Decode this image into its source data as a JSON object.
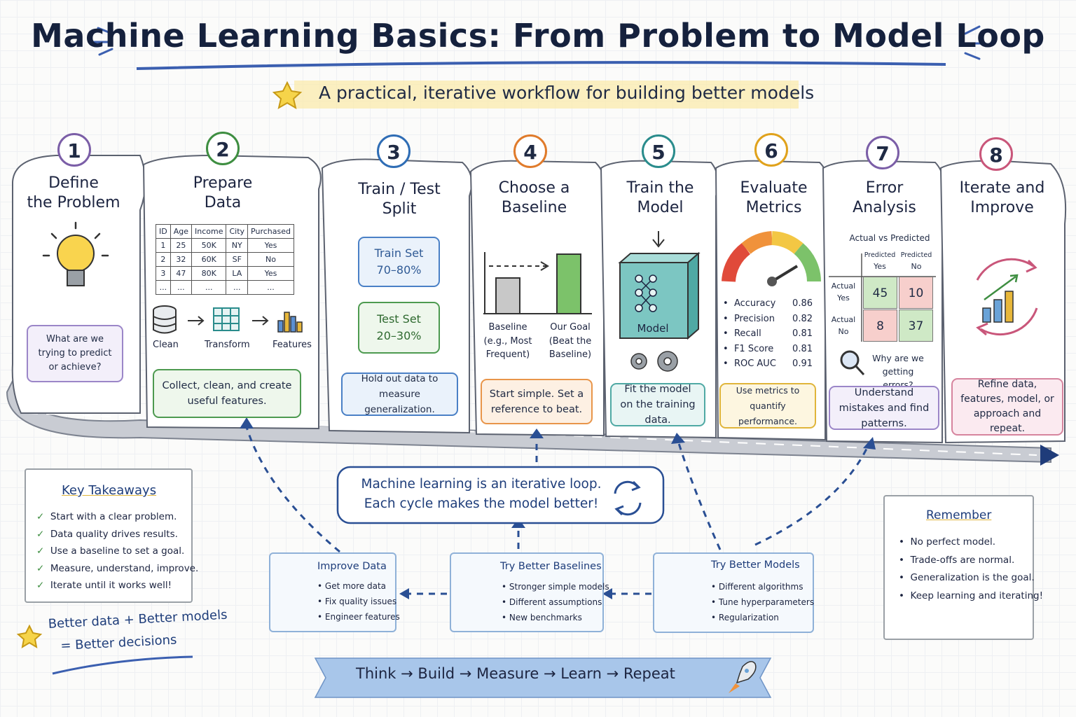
{
  "title": "Machine Learning Basics: From Problem to Model Loop",
  "subtitle": "A practical, iterative workflow for building better models",
  "steps": [
    {
      "number": "1",
      "title_l1": "Define",
      "title_l2": "the Problem",
      "color": "#7b5ea7",
      "box": "What are we trying to predict or achieve?"
    },
    {
      "number": "2",
      "title_l1": "Prepare",
      "title_l2": "Data",
      "color": "#3e8e41",
      "box": "Collect, clean, and create useful features."
    },
    {
      "number": "3",
      "title_l1": "Train / Test",
      "title_l2": "Split",
      "color": "#2f6db5",
      "box": "Hold out data to measure generalization."
    },
    {
      "number": "4",
      "title_l1": "Choose a",
      "title_l2": "Baseline",
      "color": "#e07b2b",
      "box": "Start simple. Set a reference to beat."
    },
    {
      "number": "5",
      "title_l1": "Train the",
      "title_l2": "Model",
      "color": "#2a8c8c",
      "box": "Fit the model on the training data."
    },
    {
      "number": "6",
      "title_l1": "Evaluate",
      "title_l2": "Metrics",
      "color": "#e0a21c",
      "box": "Use metrics to quantify performance."
    },
    {
      "number": "7",
      "title_l1": "Error",
      "title_l2": "Analysis",
      "color": "#7b5ea7",
      "box": "Understand mistakes and find patterns."
    },
    {
      "number": "8",
      "title_l1": "Iterate and",
      "title_l2": "Improve",
      "color": "#c9567a",
      "box": "Refine data, features, model, or approach and repeat."
    }
  ],
  "prepare": {
    "table_headers": [
      "ID",
      "Age",
      "Income",
      "City",
      "Purchased"
    ],
    "table_rows": [
      [
        "1",
        "25",
        "50K",
        "NY",
        "Yes"
      ],
      [
        "2",
        "32",
        "60K",
        "SF",
        "No"
      ],
      [
        "3",
        "47",
        "80K",
        "LA",
        "Yes"
      ],
      [
        "...",
        "...",
        "...",
        "...",
        "..."
      ]
    ],
    "pipeline": [
      "Clean",
      "Transform",
      "Features"
    ]
  },
  "split": {
    "train_l1": "Train Set",
    "train_l2": "70–80%",
    "test_l1": "Test Set",
    "test_l2": "20–30%"
  },
  "baseline": {
    "left_l1": "Baseline",
    "left_l2": "(e.g., Most",
    "left_l3": "Frequent)",
    "right_l1": "Our Goal",
    "right_l2": "(Beat the",
    "right_l3": "Baseline)"
  },
  "model": {
    "label": "Model"
  },
  "metrics": [
    {
      "name": "Accuracy",
      "value": "0.86"
    },
    {
      "name": "Precision",
      "value": "0.82"
    },
    {
      "name": "Recall",
      "value": "0.81"
    },
    {
      "name": "F1 Score",
      "value": "0.81"
    },
    {
      "name": "ROC AUC",
      "value": "0.91"
    }
  ],
  "confusion": {
    "title": "Actual vs Predicted",
    "pred_yes_l1": "Predicted",
    "pred_yes_l2": "Yes",
    "pred_no_l1": "Predicted",
    "pred_no_l2": "No",
    "act_yes_l1": "Actual",
    "act_yes_l2": "Yes",
    "act_no_l1": "Actual",
    "act_no_l2": "No",
    "tp": "45",
    "fn": "10",
    "fp": "8",
    "tn": "37",
    "question_l1": "Why are we",
    "question_l2": "getting errors?"
  },
  "loop": {
    "line1": "Machine learning is an iterative loop.",
    "line2": "Each cycle makes the model better!"
  },
  "takeaways": {
    "title": "Key Takeaways",
    "items": [
      "Start with a clear problem.",
      "Data quality drives results.",
      "Use a baseline to set a goal.",
      "Measure, understand, improve.",
      "Iterate until it works well!"
    ]
  },
  "motto": {
    "line1": "Better data + Better models",
    "line2": "= Better decisions"
  },
  "improve_data": {
    "title": "Improve Data",
    "items": [
      "Get more data",
      "Fix quality issues",
      "Engineer features"
    ]
  },
  "better_baselines": {
    "title": "Try Better Baselines",
    "items": [
      "Stronger simple models",
      "Different assumptions",
      "New benchmarks"
    ]
  },
  "better_models": {
    "title": "Try Better Models",
    "items": [
      "Different algorithms",
      "Tune hyperparameters",
      "Regularization"
    ]
  },
  "remember": {
    "title": "Remember",
    "items": [
      "No perfect model.",
      "Trade-offs are normal.",
      "Generalization is the goal.",
      "Keep learning and iterating!"
    ]
  },
  "banner": {
    "think": "Think",
    "build": "Build",
    "measure": "Measure",
    "learn": "Learn",
    "repeat": "Repeat"
  }
}
